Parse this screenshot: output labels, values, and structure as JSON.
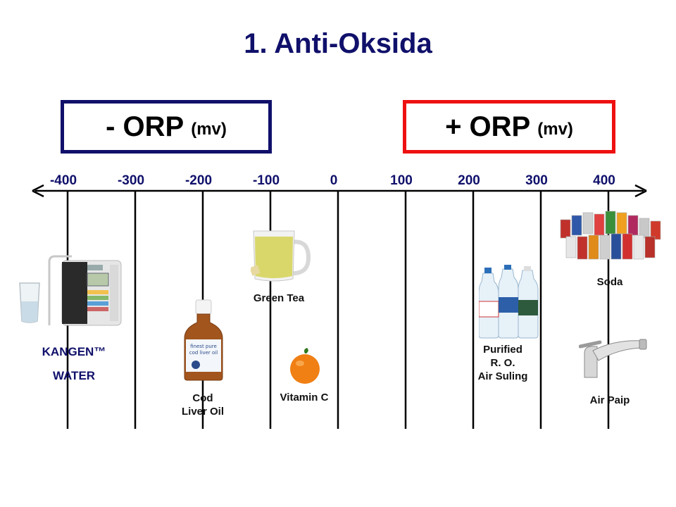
{
  "title": "1.  Anti-Oksida",
  "negative_orp": {
    "label": "- ORP",
    "unit": "(mv)",
    "color": "#10106b"
  },
  "positive_orp": {
    "label": "+ ORP",
    "unit": "(mv)",
    "color": "#ee1111"
  },
  "axis": {
    "ticks": [
      -400,
      -300,
      -200,
      -100,
      0,
      100,
      200,
      300,
      400
    ],
    "tick_labels": [
      "-400",
      "-300",
      "-200",
      "-100",
      "0",
      "100",
      "200",
      "300",
      "400"
    ],
    "color": "#10106b"
  },
  "items": {
    "kangen_line1": "KANGEN™",
    "kangen_line2": "WATER",
    "cod_liver_oil": "Cod\nLiver Oil",
    "green_tea": "Green Tea",
    "vitamin_c": "Vitamin C",
    "purified_ro": "Purified\nR. O.\nAir Suling",
    "soda": "Soda",
    "tap_water": "Air Paip"
  }
}
